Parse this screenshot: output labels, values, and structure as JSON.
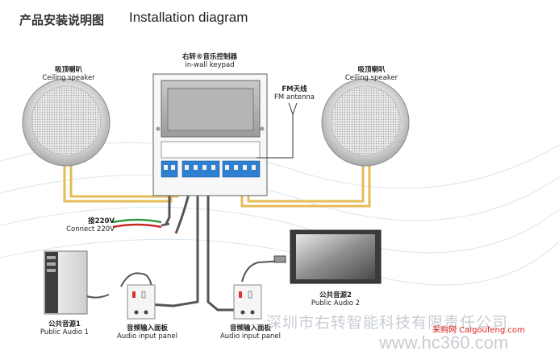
{
  "header": {
    "title_cn": "产品安装说明图",
    "title_en": "Installation diagram"
  },
  "labels": {
    "keypad_cn": "右转®音乐控制器",
    "keypad_en": "in-wall keypad",
    "speaker_left_cn": "吸顶喇叭",
    "speaker_left_en": "Ceiling speaker",
    "speaker_right_cn": "吸顶喇叭",
    "speaker_right_en": "Ceiling speaker",
    "fm_cn": "FM天线",
    "fm_en": "FM antenna",
    "power_cn": "接220V",
    "power_en": "Connect 220V",
    "audio1_cn": "公共音源1",
    "audio1_en": "Public Audio 1",
    "audio2_cn": "公共音源2",
    "audio2_en": "Public Audio 2",
    "panel1_cn": "音频输入面板",
    "panel1_en": "Audio input panel",
    "panel2_cn": "音频输入面板",
    "panel2_en": "Audio input panel"
  },
  "watermark": {
    "company": "深圳市右转智能科技有限责任公司",
    "site_red": "采购网 Caigoufeng.com",
    "site_grey": "www.hc360.com"
  },
  "colors": {
    "wire_yellow": "#e6bb55",
    "wire_dark": "#555555",
    "terminal_blue": "#2f7fd0",
    "power_green": "#2e9a3c",
    "power_red": "#c8281e"
  }
}
